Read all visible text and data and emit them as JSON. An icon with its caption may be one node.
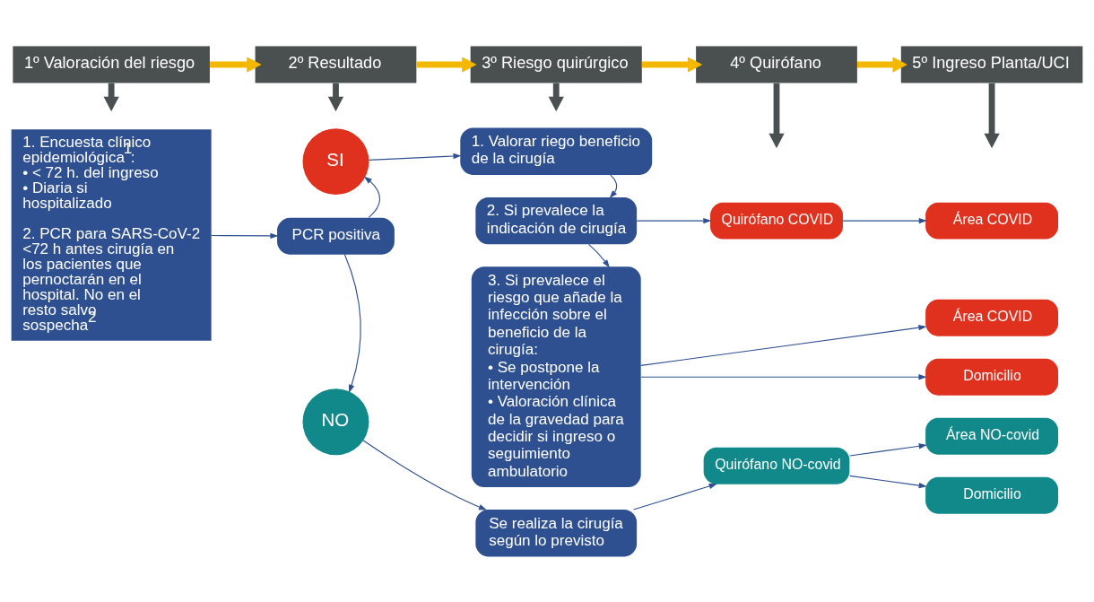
{
  "diagram": {
    "nodes": [
      {
        "text": [
          "1º Valoración del riesgo"
        ]
      },
      {
        "text": [
          "2º Resultado"
        ]
      },
      {
        "text": [
          "3º Riesgo quirúrgico"
        ]
      },
      {
        "text": [
          "4º Quirófano"
        ]
      },
      {
        "text": [
          "5º Ingreso Planta/UCI"
        ]
      },
      {
        "text": [
          "1. Encuesta clínico epidemiológica$^{1}$:",
          "• < 72 h. del ingreso",
          "• Diaria si hospitalizado",
          "2. PCR para SARS-CoV-2 <72 h antes cirugía en los pacientes que pernoctarán en el hospital. No en el resto salvo sospecha$^{2}$"
        ]
      },
      {
        "text": [
          "PCR positiva"
        ]
      },
      {
        "text": [
          "SI"
        ]
      },
      {
        "text": [
          "NO"
        ]
      },
      {
        "text": [
          "1. Valorar riego beneficio de la cirugía"
        ]
      },
      {
        "text": [
          "2. Si prevalece la indicación de cirugía"
        ]
      },
      {
        "text": [
          "3. Si prevalece el riesgo que añade la infección sobre el beneficio de la cirugía:",
          "• Se postpone la intervención",
          "• Valoración clínica de la gravedad para decidir si ingreso o seguimiento ambulatorio"
        ]
      },
      {
        "text": [
          "Quirófano COVID"
        ]
      },
      {
        "text": [
          "Área COVID"
        ]
      },
      {
        "text": [
          "Área COVID"
        ]
      },
      {
        "text": [
          "Domicilio"
        ]
      },
      {
        "text": [
          "Se realiza la cirugía según lo previsto"
        ]
      },
      {
        "text": [
          "Quirófano NO-covid"
        ]
      },
      {
        "text": [
          "Área NO-covid"
        ]
      },
      {
        "text": [
          "Domicilio"
        ]
      }
    ],
    "edges": [
      {
        "from": 0,
        "to": 1,
        "arrow": "to",
        "style": "thick",
        "color": "#f5b800"
      },
      {
        "from": 1,
        "to": 2,
        "arrow": "to",
        "style": "thick",
        "color": "#f5b800"
      },
      {
        "from": 2,
        "to": 3,
        "arrow": "to",
        "style": "thick",
        "color": "#f5b800"
      },
      {
        "from": 3,
        "to": 4,
        "arrow": "to",
        "style": "thick",
        "color": "#f5b800"
      },
      {
        "from": 0,
        "to": null,
        "arrow": "to",
        "style": "thick",
        "color": "#4a4f4f"
      },
      {
        "from": 1,
        "to": null,
        "arrow": "to",
        "style": "thick",
        "color": "#4a4f4f"
      },
      {
        "from": 2,
        "to": null,
        "arrow": "to",
        "style": "thick",
        "color": "#4a4f4f"
      },
      {
        "from": 3,
        "to": null,
        "arrow": "to",
        "style": "thick",
        "color": "#4a4f4f"
      },
      {
        "from": 4,
        "to": null,
        "arrow": "to",
        "style": "thick",
        "color": "#4a4f4f"
      },
      {
        "from": 5,
        "to": 6,
        "arrow": "to"
      },
      {
        "from": 6,
        "to": 7,
        "arrow": "to"
      },
      {
        "from": 6,
        "to": 8,
        "arrow": "to"
      },
      {
        "from": 7,
        "to": 9,
        "arrow": "to"
      },
      {
        "from": 9,
        "to": 10,
        "arrow": "to"
      },
      {
        "from": 10,
        "to": 11,
        "arrow": "to"
      },
      {
        "from": 10,
        "to": 12,
        "arrow": "to"
      },
      {
        "from": 12,
        "to": 13,
        "arrow": "to"
      },
      {
        "from": 11,
        "to": 14,
        "arrow": "to"
      },
      {
        "from": 11,
        "to": 15,
        "arrow": "to"
      },
      {
        "from": 8,
        "to": 16,
        "arrow": "to"
      },
      {
        "from": 16,
        "to": 17,
        "arrow": "to"
      },
      {
        "from": 17,
        "to": 18,
        "arrow": "to"
      },
      {
        "from": 17,
        "to": 19,
        "arrow": "to"
      }
    ]
  }
}
